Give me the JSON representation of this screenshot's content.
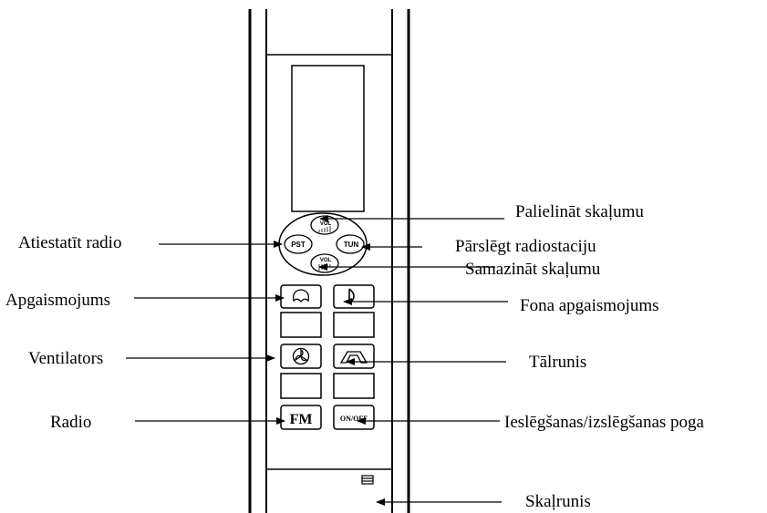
{
  "labels": {
    "left": {
      "reset_radio": "Atiestatīt radio",
      "lighting": "Apgaismojums",
      "fan": "Ventilators",
      "radio": "Radio"
    },
    "right": {
      "volume_up": "Palielināt skaļumu",
      "next_station": "Pārslēgt radiostaciju",
      "volume_down": "Samazināt skaļumu",
      "backlight": "Fona apgaismojums",
      "speakerphone": "Tālrunis",
      "power": "Ieslēgšanas/izslēgšanas poga",
      "speaker": "Skaļrunis"
    }
  },
  "buttons": {
    "vol": "VOL",
    "pst": "PST",
    "tun": "TUN",
    "fm": "FM",
    "onoff": "ON/OFF"
  },
  "icons": {
    "lighting": "dome-light-icon",
    "backlight": "half-moon-icon",
    "fan": "fan-icon",
    "speakerphone": "phone-handset-icon",
    "speaker": "speaker-grille-icon"
  },
  "colors": {
    "line": "#000000",
    "background": "#ffffff"
  }
}
